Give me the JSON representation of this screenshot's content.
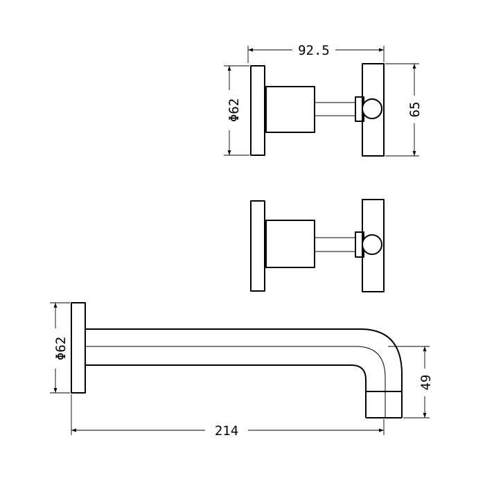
{
  "drawing": {
    "title": "",
    "colors": {
      "line": "#000000",
      "background": "#ffffff"
    },
    "dimensions": {
      "handle_width": "92.5",
      "handle_height": "65",
      "handle_plate_diameter": "Φ62",
      "spout_plate_diameter": "Φ62",
      "spout_projection": "214",
      "spout_drop": "49"
    }
  }
}
